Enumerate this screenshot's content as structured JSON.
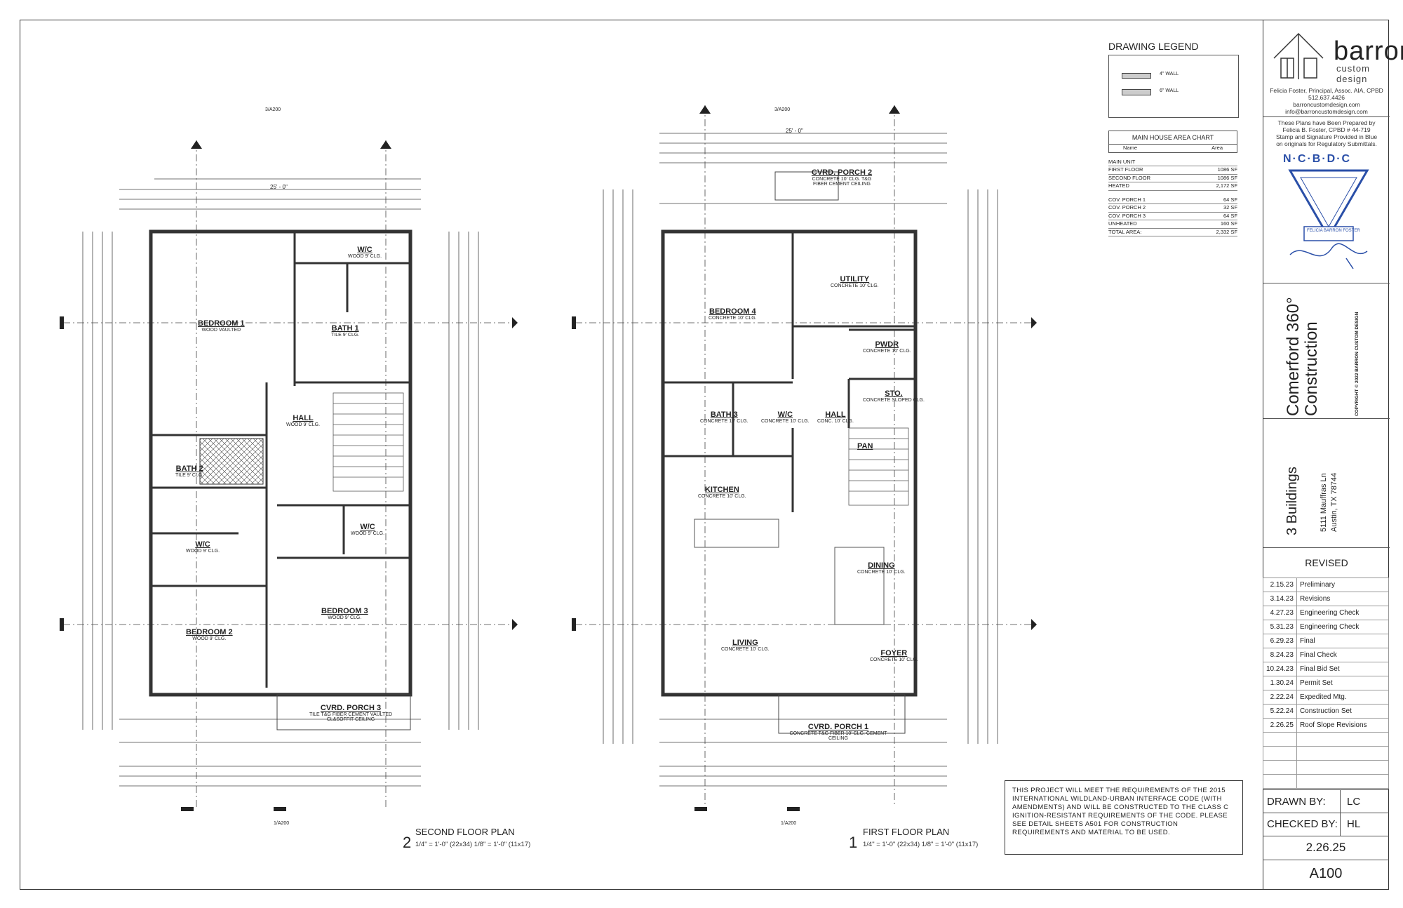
{
  "legend": {
    "title": "DRAWING LEGEND",
    "items": [
      "4\" WALL",
      "6\" WALL"
    ]
  },
  "area_chart": {
    "title": "MAIN HOUSE AREA CHART",
    "headers": [
      "Name",
      "Area"
    ],
    "rows": [
      {
        "name": "MAIN UNIT",
        "area": ""
      },
      {
        "name": "FIRST FLOOR",
        "area": "1086 SF"
      },
      {
        "name": "SECOND FLOOR",
        "area": "1086 SF"
      },
      {
        "name": "HEATED",
        "area": "2,172 SF"
      },
      {
        "name": "COV. PORCH 1",
        "area": "64 SF"
      },
      {
        "name": "COV. PORCH 2",
        "area": "32 SF"
      },
      {
        "name": "COV. PORCH 3",
        "area": "64 SF"
      },
      {
        "name": "UNHEATED",
        "area": "160 SF"
      },
      {
        "name": "TOTAL AREA:",
        "area": "2,332 SF"
      }
    ]
  },
  "title_block": {
    "logo_name": "barron",
    "logo_sub": "custom design",
    "contact": [
      "Felicia Foster, Principal, Assoc. AIA, CPBD",
      "512.637.4426",
      "barroncustomdesign.com",
      "info@barroncustomdesign.com"
    ],
    "prepared": [
      "These Plans have Been Prepared by",
      "Felicia B. Foster, CPBD # 44-719",
      "Stamp and Signature Provided in Blue",
      "on originals for Regulatory Submittals."
    ],
    "seal_top": "N·C·B·D·C",
    "seal_name": "FELICIA BARRON FOSTER",
    "project_name": "Comerford 360° Construction",
    "copyright": "COPYRIGHT © 2022 BARRON CUSTOM DESIGN",
    "building": "3 Buildings",
    "address_1": "5111 Mauffras Ln",
    "address_2": "Austin, TX 78744",
    "revised_title": "REVISED",
    "revisions": [
      {
        "date": "2.15.23",
        "desc": "Preliminary"
      },
      {
        "date": "3.14.23",
        "desc": "Revisions"
      },
      {
        "date": "4.27.23",
        "desc": "Engineering Check"
      },
      {
        "date": "5.31.23",
        "desc": "Engineering Check"
      },
      {
        "date": "6.29.23",
        "desc": "Final"
      },
      {
        "date": "8.24.23",
        "desc": "Final Check"
      },
      {
        "date": "10.24.23",
        "desc": "Final Bid Set"
      },
      {
        "date": "1.30.24",
        "desc": "Permit Set"
      },
      {
        "date": "2.22.24",
        "desc": "Expedited Mtg."
      },
      {
        "date": "5.22.24",
        "desc": "Construction Set"
      },
      {
        "date": "2.26.25",
        "desc": "Roof Slope Revisions"
      },
      {
        "date": "",
        "desc": ""
      },
      {
        "date": "",
        "desc": ""
      },
      {
        "date": "",
        "desc": ""
      },
      {
        "date": "",
        "desc": ""
      }
    ],
    "drawn_by_label": "DRAWN BY:",
    "drawn_by": "LC",
    "checked_by_label": "CHECKED BY:",
    "checked_by": "HL",
    "date": "2.26.25",
    "sheet": "A100"
  },
  "note": "This project will meet the requirements of the 2015 International Wildland-Urban Interface Code (with amendments) and will be constructed to the Class C Ignition-Resistant requirements of the code. Please see detail sheets A501 for construction requirements and material to be used.",
  "plans": {
    "second": {
      "number": "2",
      "title": "SECOND FLOOR PLAN",
      "scale": "1/4\" = 1'-0\" (22x34) 1/8\" = 1'-0\" (11x17)",
      "ref_bottom": "1/A200",
      "ref_top": "3/A200",
      "overall_width": "25' - 0\"",
      "rooms": [
        {
          "name": "BEDROOM 1",
          "sub": "WOOD VAULTED"
        },
        {
          "name": "BATH 1",
          "sub": "TILE 9' CLG."
        },
        {
          "name": "W/C",
          "sub": "WOOD 9' CLG."
        },
        {
          "name": "HALL",
          "sub": "WOOD 9' CLG."
        },
        {
          "name": "BATH 2",
          "sub": "TILE 9' CLG."
        },
        {
          "name": "W/C",
          "sub": "WOOD 9' CLG."
        },
        {
          "name": "W/C",
          "sub": "WOOD 9' CLG."
        },
        {
          "name": "BEDROOM 3",
          "sub": "WOOD 9' CLG."
        },
        {
          "name": "BEDROOM 2",
          "sub": "WOOD 9' CLG."
        },
        {
          "name": "CVRD. PORCH 3",
          "sub": "TILE T&G FIBER CEMENT VAULTED CL&SOFFIT CEILING"
        }
      ]
    },
    "first": {
      "number": "1",
      "title": "FIRST FLOOR PLAN",
      "scale": "1/4\" = 1'-0\" (22x34) 1/8\" = 1'-0\" (11x17)",
      "ref_bottom": "1/A200",
      "ref_top": "3/A200",
      "overall_width": "25' - 0\"",
      "rooms": [
        {
          "name": "CVRD. PORCH 2",
          "sub": "CONCRETE 10' CLG. T&G FIBER CEMENT CEILING"
        },
        {
          "name": "UTILITY",
          "sub": "CONCRETE 10' CLG."
        },
        {
          "name": "BEDROOM 4",
          "sub": "CONCRETE 10' CLG."
        },
        {
          "name": "PWDR",
          "sub": "CONCRETE 10' CLG."
        },
        {
          "name": "BATH 3",
          "sub": "CONCRETE 10' CLG."
        },
        {
          "name": "W/C",
          "sub": "CONCRETE 10' CLG."
        },
        {
          "name": "STO.",
          "sub": "CONCRETE SLOPED CLG."
        },
        {
          "name": "HALL",
          "sub": "CONC. 10' CLG."
        },
        {
          "name": "PAN",
          "sub": ""
        },
        {
          "name": "KITCHEN",
          "sub": "CONCRETE 10' CLG."
        },
        {
          "name": "DINING",
          "sub": "CONCRETE 10' CLG."
        },
        {
          "name": "LIVING",
          "sub": "CONCRETE 10' CLG."
        },
        {
          "name": "FOYER",
          "sub": "CONCRETE 10' CLG."
        },
        {
          "name": "CVRD. PORCH 1",
          "sub": "CONCRETE T&G FIBER 10' CLG. CEMENT CEILING"
        }
      ]
    }
  }
}
